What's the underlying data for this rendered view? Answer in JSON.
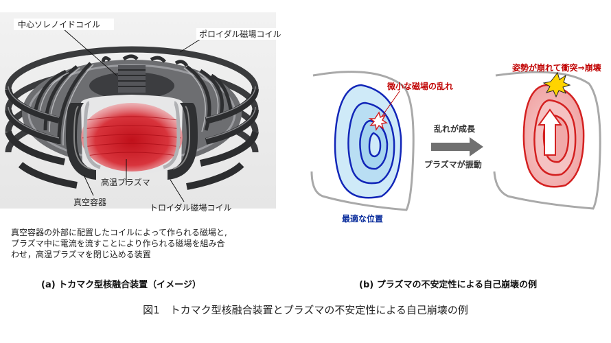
{
  "panel_a": {
    "labels": {
      "central_solenoid": "中心ソレノイドコイル",
      "poloidal_coil": "ポロイダル磁場コイル",
      "hot_plasma": "高温プラズマ",
      "vacuum_vessel": "真空容器",
      "toroidal_coil": "トロイダル磁場コイル"
    },
    "description": [
      "真空容器の外部に配置したコイルによって作られる磁場と,",
      "プラズマ中に電流を流すことにより作られる磁場を組み合",
      "わせ，高温プラズマを閉じ込める装置"
    ],
    "subtitle": "(a) トカマク型核融合装置（イメージ）"
  },
  "panel_b": {
    "small_disturbance": "微小な磁場の乱れ",
    "optimal_position": "最適な位置",
    "arrow_top": "乱れが成長",
    "arrow_bottom": "プラズマが振動",
    "collapse": "姿勢が崩れて衝突⇒崩壊",
    "subtitle": "(b) プラズマの不安定性による自己崩壊の例"
  },
  "caption": "図1　トカマク型核融合装置とプラズマの不安定性による自己崩壊の例",
  "colors": {
    "stable_fill": "#cfeaf8",
    "stable_contour": "#1226b8",
    "unstable_fill": "#f3b5b5",
    "unstable_contour": "#d42020",
    "coil_gray": "#5f6062",
    "arrow_gray": "#707070"
  }
}
